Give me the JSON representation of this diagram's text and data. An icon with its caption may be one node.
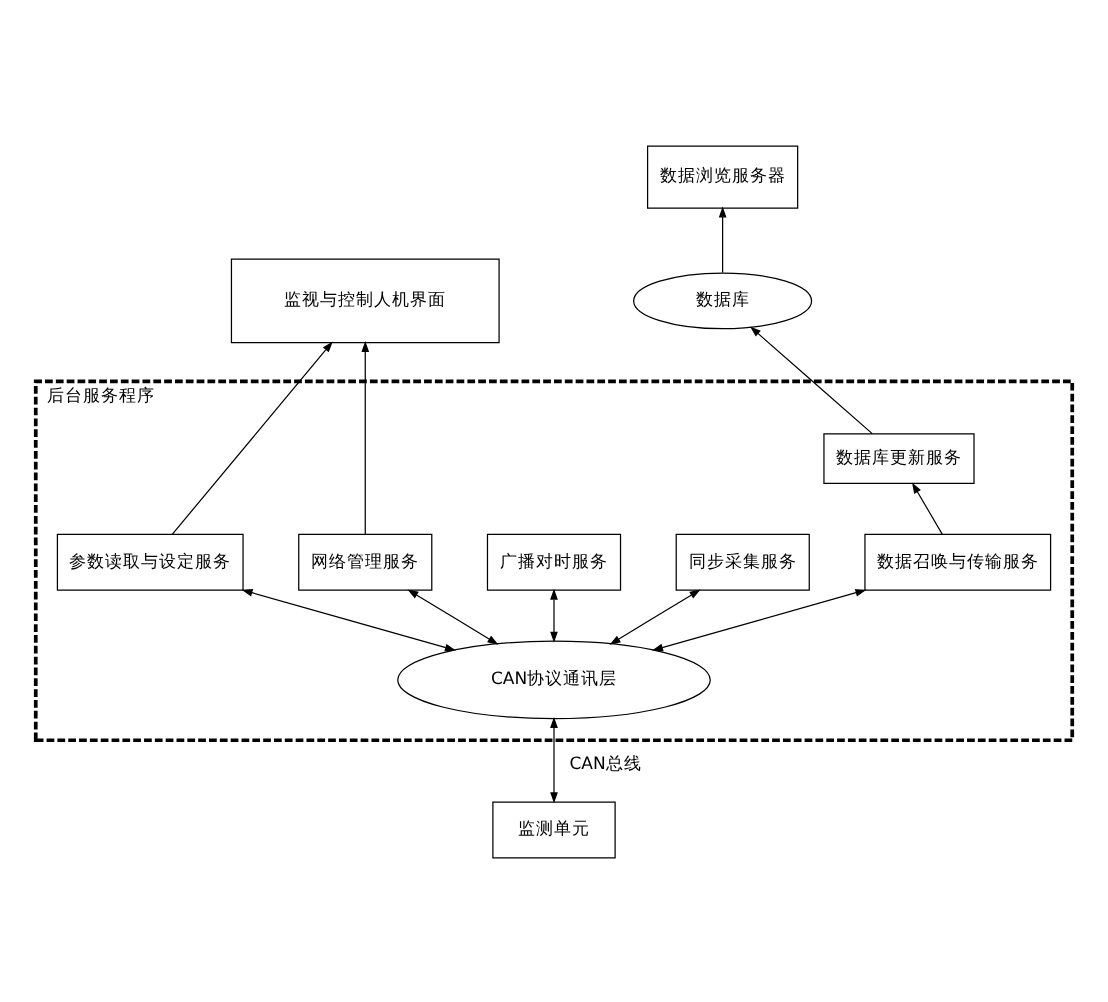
{
  "diagram": {
    "nodes": [
      {
        "text": [
          "数据浏览服务器"
        ]
      },
      {
        "text": [
          "数据库"
        ]
      },
      {
        "text": [
          "监视与控制人机界面"
        ]
      },
      {
        "text": [
          "后台服务程序"
        ]
      },
      {
        "text": [
          "数据库更新服务"
        ],
        "in": 3
      },
      {
        "text": [
          "参数读取与设定服务"
        ],
        "in": 3
      },
      {
        "text": [
          "网络管理服务"
        ],
        "in": 3
      },
      {
        "text": [
          "广播对时服务"
        ],
        "in": 3
      },
      {
        "text": [
          "同步采集服务"
        ],
        "in": 3
      },
      {
        "text": [
          "数据召唤与传输服务"
        ],
        "in": 3
      },
      {
        "text": [
          "CAN协议通讯层"
        ],
        "in": 3
      },
      {
        "text": [
          "监测单元"
        ]
      }
    ],
    "edges": [
      {
        "from": 1,
        "to": 0,
        "arrow": "to"
      },
      {
        "from": 4,
        "to": 1,
        "arrow": "to"
      },
      {
        "from": 5,
        "to": 2,
        "arrow": "to"
      },
      {
        "from": 6,
        "to": 2,
        "arrow": "to"
      },
      {
        "from": 9,
        "to": 4,
        "arrow": "to"
      },
      {
        "from": 10,
        "to": 5,
        "arrow": "both"
      },
      {
        "from": 10,
        "to": 6,
        "arrow": "both"
      },
      {
        "from": 10,
        "to": 7,
        "arrow": "both"
      },
      {
        "from": 10,
        "to": 8,
        "arrow": "both"
      },
      {
        "from": 10,
        "to": 9,
        "arrow": "both"
      },
      {
        "from": 11,
        "to": 10,
        "arrow": "both",
        "label": "CAN总线"
      }
    ]
  }
}
